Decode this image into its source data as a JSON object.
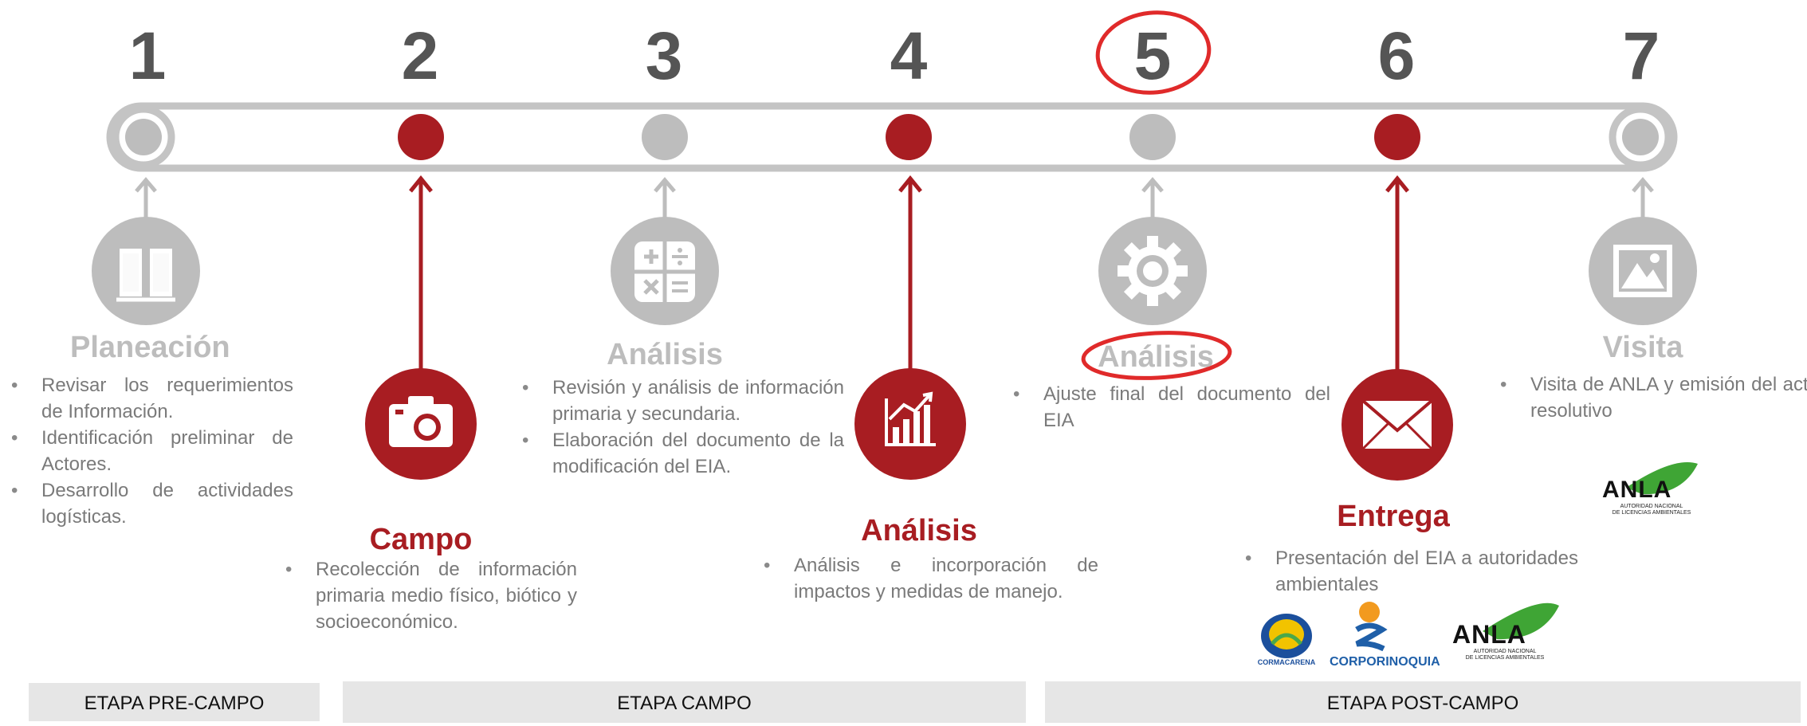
{
  "steps": [
    {
      "number": "1",
      "title": "Planeación",
      "bullets": [
        "Revisar los requerimientos de Información.",
        "Identificación preliminar de Actores.",
        "Desarrollo de actividades logísticas."
      ],
      "icon": "book-icon",
      "color": "#bdbdbd"
    },
    {
      "number": "2",
      "title": "Campo",
      "bullets": [
        "Recolección de información primaria medio físico, biótico y socioeconómico."
      ],
      "icon": "camera-icon",
      "color": "#a81d22"
    },
    {
      "number": "3",
      "title": "Análisis",
      "bullets": [
        "Revisión y análisis de información primaria y secundaria.",
        "Elaboración del documento de la modificación del EIA."
      ],
      "icon": "calculator-icon",
      "color": "#bdbdbd"
    },
    {
      "number": "4",
      "title": "Análisis",
      "bullets": [
        "Análisis e incorporación de impactos y medidas de manejo."
      ],
      "icon": "growth-chart-icon",
      "color": "#a81d22"
    },
    {
      "number": "5",
      "title": "Análisis",
      "bullets": [
        "Ajuste final del documento del EIA"
      ],
      "icon": "gear-icon",
      "color": "#bdbdbd"
    },
    {
      "number": "6",
      "title": "Entrega",
      "bullets": [
        "Presentación del EIA a autoridades ambientales"
      ],
      "icon": "envelope-icon",
      "color": "#a81d22"
    },
    {
      "number": "7",
      "title": "Visita",
      "bullets": [
        "Visita de ANLA y emisión del acto resolutivo"
      ],
      "icon": "image-icon",
      "color": "#bdbdbd"
    }
  ],
  "stages": [
    "ETAPA PRE-CAMPO",
    "ETAPA CAMPO",
    "ETAPA POST-CAMPO"
  ],
  "logos": {
    "anla": "ANLA",
    "anla_sub1": "AUTORIDAD NACIONAL",
    "anla_sub2": "DE LICENCIAS AMBIENTALES",
    "cormacarena": "CORMACARENA",
    "corporinoquia": "CORPORINOQUIA"
  },
  "colors": {
    "red": "#a81d22",
    "gray": "#bdbdbd",
    "annotation": "#e02a2a",
    "stage_bg": "#e6e6e6"
  }
}
